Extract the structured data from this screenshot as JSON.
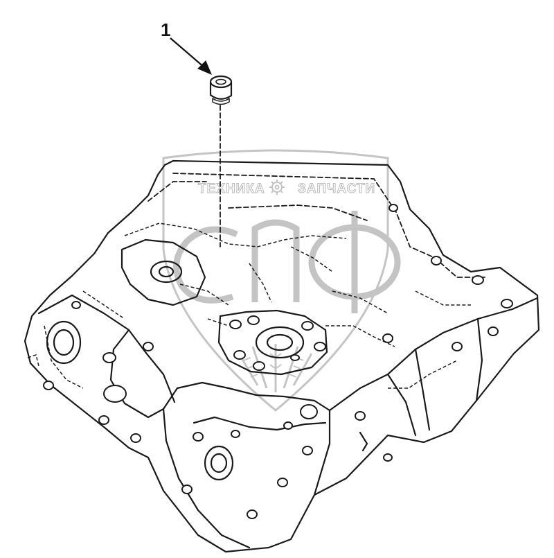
{
  "callout": {
    "number": "1",
    "target": "plug"
  },
  "watermark": {
    "left_text": "ТЕХНИКА",
    "right_text": "ЗАПЧАСТИ",
    "logo_icon": "gear-icon",
    "monogram": "спф"
  },
  "parts": [
    "plug",
    "cylinder-head"
  ],
  "colors": {
    "line": "#1a1a1a",
    "watermark": "#c4c4c4",
    "background": "#ffffff"
  }
}
